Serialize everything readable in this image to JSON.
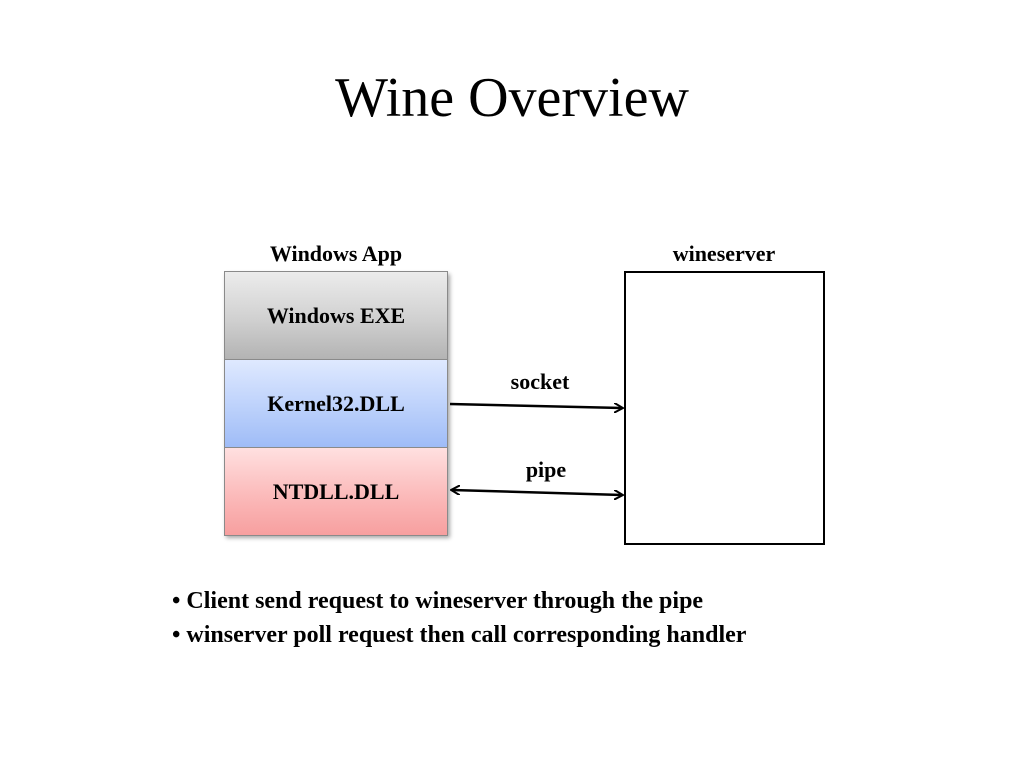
{
  "slide": {
    "title": "Wine Overview"
  },
  "diagram": {
    "nodes": {
      "windows_app": {
        "label": "Windows App"
      },
      "windows_exe": {
        "label": "Windows EXE",
        "color": "#c8c8c8"
      },
      "kernel32": {
        "label": "Kernel32.DLL",
        "color": "#b7cdfa"
      },
      "ntdll": {
        "label": "NTDLL.DLL",
        "color": "#fab6b6"
      },
      "wineserver": {
        "label": "wineserver"
      }
    },
    "edges": [
      {
        "from": "kernel32",
        "to": "wineserver",
        "label": "socket",
        "direction": "forward"
      },
      {
        "from": "ntdll",
        "to": "wineserver",
        "label": "pipe",
        "direction": "both"
      }
    ]
  },
  "bullets": [
    "Client send request to wineserver through the pipe",
    "winserver poll request then call corresponding handler"
  ],
  "bullet_symbol": "•"
}
